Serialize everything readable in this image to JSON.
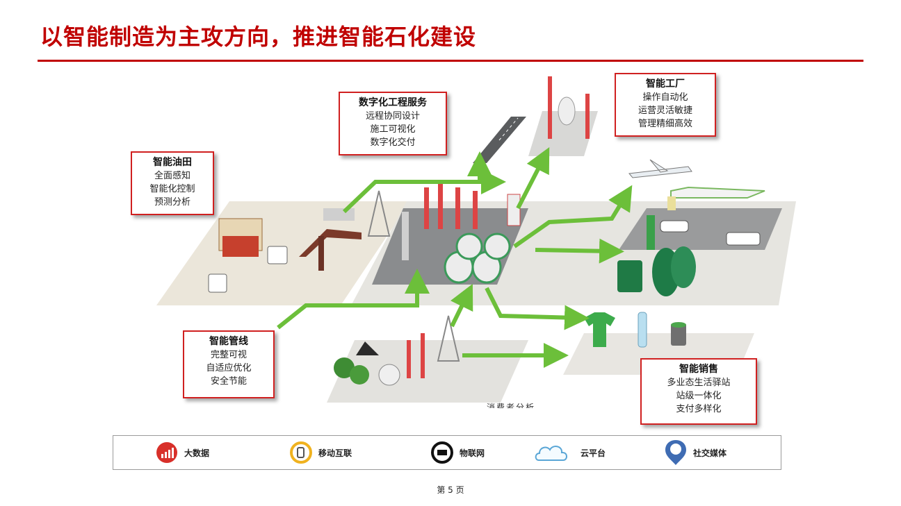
{
  "title": "以智能制造为主攻方向，推进智能石化建设",
  "callouts": {
    "oilfield": {
      "heading": "智能油田",
      "lines": [
        "全面感知",
        "智能化控制",
        "预测分析"
      ]
    },
    "engineering": {
      "heading": "数字化工程服务",
      "lines": [
        "远程协同设计",
        "施工可视化",
        "数字化交付"
      ]
    },
    "factory": {
      "heading": "智能工厂",
      "lines": [
        "操作自动化",
        "运营灵活敏捷",
        "管理精细高效"
      ]
    },
    "pipeline": {
      "heading": "智能管线",
      "lines": [
        "完整可视",
        "自适应优化",
        "安全节能"
      ]
    },
    "sales": {
      "heading": "智能销售",
      "lines": [
        "多业态生活驿站",
        "站级一体化",
        "支付多样化"
      ]
    }
  },
  "scene_caption": "消费者分析",
  "legend": [
    {
      "icon": "big-data-icon",
      "label": "大数据"
    },
    {
      "icon": "mobile-internet-icon",
      "label": "移动互联"
    },
    {
      "icon": "iot-icon",
      "label": "物联网"
    },
    {
      "icon": "cloud-icon",
      "label": "云平台"
    },
    {
      "icon": "social-media-icon",
      "label": "社交媒体"
    }
  ],
  "footer": "第 5 页",
  "colors": {
    "accent": "#c00000",
    "flow_green": "#6cbf3a",
    "platform": "#e9e6df"
  }
}
